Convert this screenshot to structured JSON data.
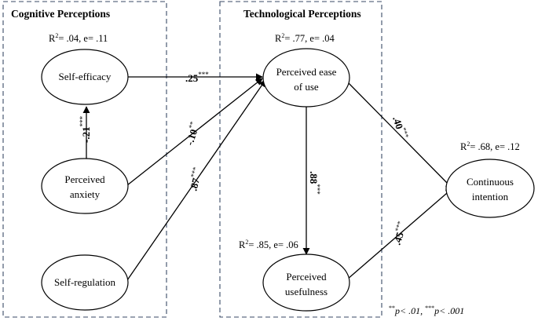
{
  "groups": {
    "cognitive_title": "Cognitive Perceptions",
    "technological_title": "Technological Perceptions"
  },
  "nodes": {
    "self_efficacy": {
      "label": "Self-efficacy",
      "r2": {
        "r": "R",
        "sup": "2",
        "rest": "= .04, e= .11"
      }
    },
    "perceived_anxiety": {
      "label_line1": "Perceived",
      "label_line2": "anxiety"
    },
    "self_regulation": {
      "label": "Self-regulation"
    },
    "perceived_ease_of_use": {
      "label_line1": "Perceived ease",
      "label_line2": "of use",
      "r2": {
        "r": "R",
        "sup": "2",
        "rest": "= .77, e= .04"
      }
    },
    "perceived_usefulness": {
      "label_line1": "Perceived",
      "label_line2": "usefulness",
      "r2": {
        "r": "R",
        "sup": "2",
        "rest": "= .85, e= .06"
      }
    },
    "continuous_intention": {
      "label_line1": "Continuous",
      "label_line2": "intention",
      "r2": {
        "r": "R",
        "sup": "2",
        "rest": "= .68, e= .12"
      }
    }
  },
  "paths": {
    "se_to_peou": {
      "value": ".25",
      "sig": "***"
    },
    "pa_to_se": {
      "value": "-.21",
      "sig": "***"
    },
    "pa_to_peou": {
      "value": "-.10",
      "sig": "**"
    },
    "sr_to_peou": {
      "value": ".87",
      "sig": "***"
    },
    "peou_to_pu": {
      "value": ".88",
      "sig": "***"
    },
    "peou_to_ci": {
      "value": ".40",
      "sig": "***"
    },
    "pu_to_ci": {
      "value": ".45",
      "sig": "***"
    }
  },
  "note": {
    "sup1": "**",
    "text1": "p< .01, ",
    "sup2": "***",
    "text2": "p< .001"
  }
}
